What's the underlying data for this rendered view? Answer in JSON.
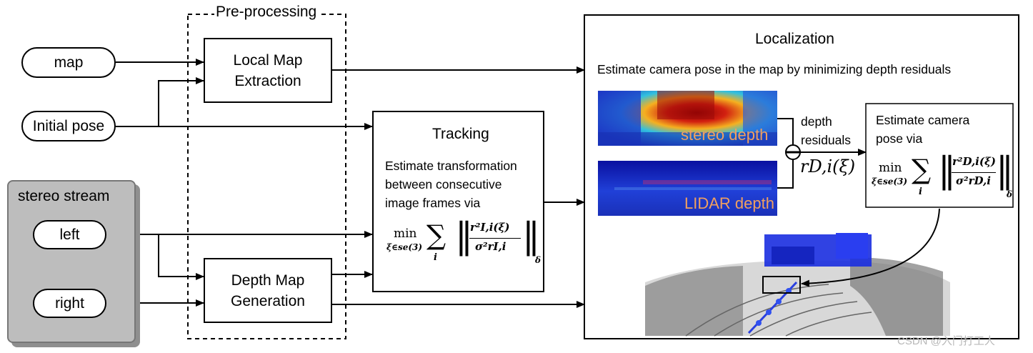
{
  "preprocessing": {
    "title": "Pre-processing"
  },
  "inputs": {
    "map": "map",
    "initial_pose": "Initial pose"
  },
  "stereo": {
    "title": "stereo stream",
    "left": "left",
    "right": "right"
  },
  "local_map": {
    "line1": "Local Map",
    "line2": "Extraction"
  },
  "depth_map": {
    "line1": "Depth Map",
    "line2": "Generation"
  },
  "tracking": {
    "title": "Tracking",
    "desc": [
      "Estimate transformation",
      "between consecutive",
      "image frames via"
    ],
    "min": "min",
    "min_sub": "ξ∈se(3)",
    "sum_sub": "i",
    "numerator": "r²I,i(ξ)",
    "denominator": "σ²rI,i",
    "norm_sub": "δ"
  },
  "localization": {
    "title": "Localization",
    "desc": "Estimate camera pose in the map by minimizing depth residuals",
    "stereo_depth_label": "stereo depth",
    "lidar_depth_label": "LIDAR depth",
    "residual_label": [
      "depth",
      "residuals"
    ],
    "residual_symbol": "rD,i(ξ)",
    "estimate": {
      "desc": [
        "Estimate camera",
        "pose via"
      ],
      "min": "min",
      "min_sub": "ξ∈se(3)",
      "sum_sub": "i",
      "numerator": "r²D,i(ξ)",
      "denominator": "σ²rD,i",
      "norm_sub": "δ"
    }
  },
  "watermark": "CSDN @入门打工人",
  "colors": {
    "stereo_orange": "#f0a060",
    "lidar_blue": "#1e2fb0",
    "pointcloud_blue": "#1a2ee0"
  }
}
